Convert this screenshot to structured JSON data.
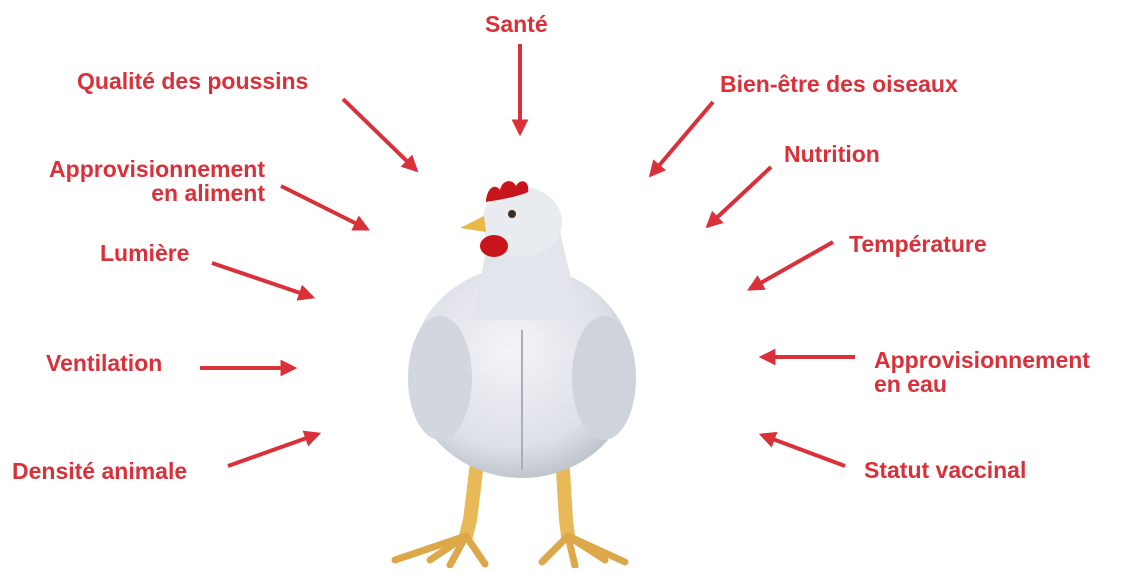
{
  "colors": {
    "accent": "#d9303a",
    "feather": "#e3e6ec",
    "feather_shade": "#b9bec8",
    "comb": "#c8141b",
    "beak": "#e8b84a",
    "legs": "#e8b957"
  },
  "center_image": "broiler-chicken",
  "labels": {
    "sante": "Santé",
    "qualite": "Qualité des poussins",
    "bienetre": "Bien-être des oiseaux",
    "nutrition": "Nutrition",
    "aliment": [
      "Approvisionnement",
      "en aliment"
    ],
    "lumiere": "Lumière",
    "temperature": "Température",
    "ventilation": "Ventilation",
    "eau": [
      "Approvisionnement",
      "en eau"
    ],
    "densite": "Densité animale",
    "vaccinal": "Statut vaccinal"
  }
}
